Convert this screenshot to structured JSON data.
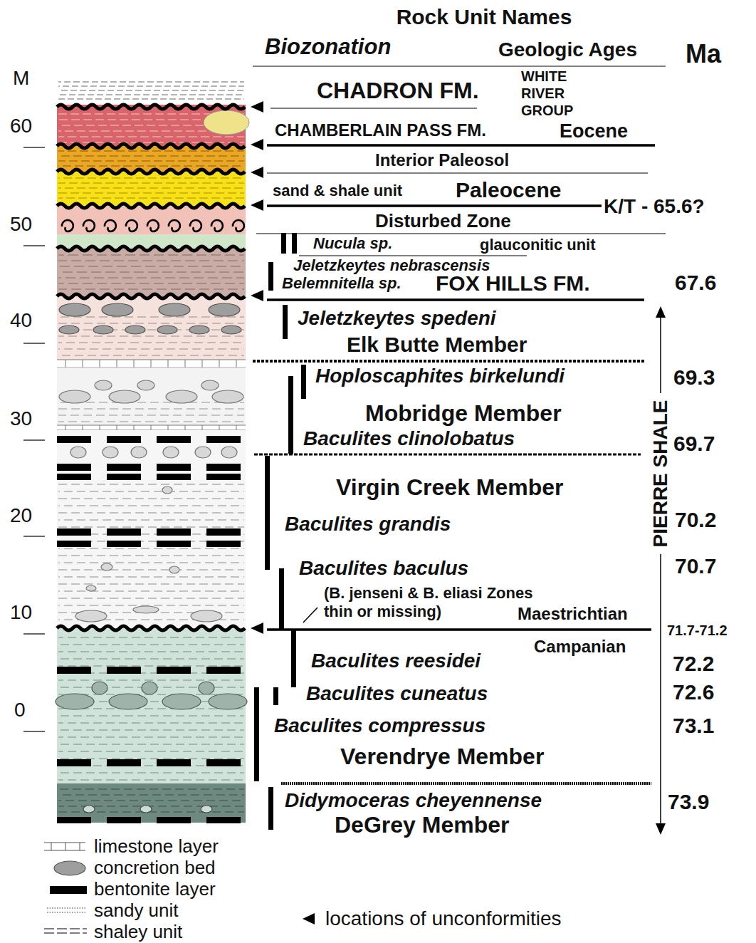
{
  "diagram": {
    "labels": [
      "Rock Unit Names",
      "Biozonation",
      "Geologic Ages",
      "Ma",
      "M",
      "60",
      "50",
      "40",
      "30",
      "20",
      "10",
      "0",
      "CHADRON FM.",
      "WHITE RIVER GROUP",
      "CHAMBERLAIN PASS FM.",
      "Eocene",
      "Interior Paleosol",
      "sand & shale unit",
      "Paleocene",
      "K/T - 65.6?",
      "Disturbed Zone",
      "Nucula sp.",
      "glauconitic unit",
      "Jeletzkeytes nebrascensis",
      "Belemnitella sp.",
      "FOX HILLS FM.",
      "67.6",
      "Jeletzkeytes spedeni",
      "Elk Butte Member",
      "Hoploscaphites birkelundi",
      "69.3",
      "Mobridge Member",
      "Baculites clinolobatus",
      "69.7",
      "PIERRE SHALE",
      "Virgin Creek Member",
      "Baculites grandis",
      "70.2",
      "Baculites baculus",
      "70.7",
      "(B. jenseni & B. eliasi Zones thin or missing)",
      "Maestrichtian",
      "71.7-71.2",
      "Campanian",
      "Baculites reesidei",
      "72.2",
      "Baculites cuneatus",
      "72.6",
      "Baculites compressus",
      "73.1",
      "Verendrye Member",
      "Didymoceras cheyennense",
      "73.9",
      "DeGrey Member"
    ],
    "legend": [
      {
        "text": "limestone layer"
      },
      {
        "text": "concretion bed"
      },
      {
        "text": "bentonite layer",
        "color": "#000000"
      },
      {
        "text": "sandy unit"
      },
      {
        "text": "shaley unit"
      },
      {
        "text": "locations of unconformities"
      }
    ]
  }
}
